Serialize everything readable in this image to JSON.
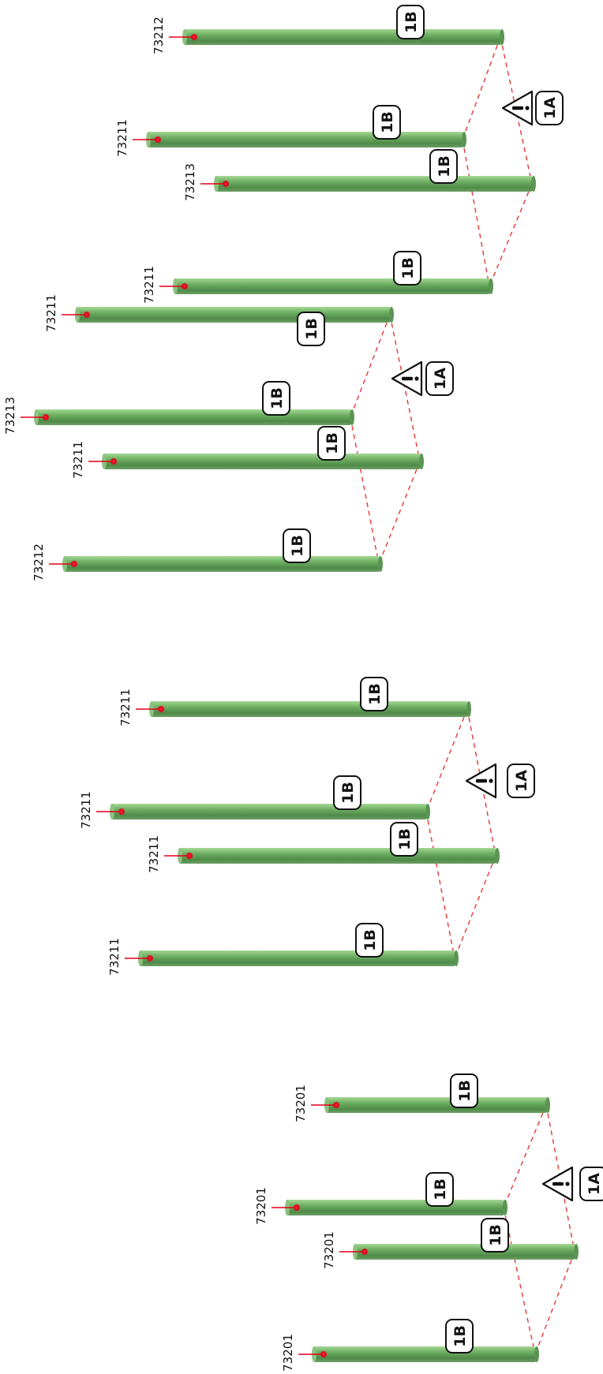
{
  "groups": [
    {
      "warning_label": "1A",
      "rods": [
        {
          "part_number": "73212",
          "tag": "1B"
        },
        {
          "part_number": "73211",
          "tag": "1B"
        },
        {
          "part_number": "73213",
          "tag": "1B"
        },
        {
          "part_number": "73211",
          "tag": "1B"
        }
      ]
    },
    {
      "warning_label": "1A",
      "rods": [
        {
          "part_number": "73211",
          "tag": "1B"
        },
        {
          "part_number": "73213",
          "tag": "1B"
        },
        {
          "part_number": "73211",
          "tag": "1B"
        },
        {
          "part_number": "73212",
          "tag": "1B"
        }
      ]
    },
    {
      "warning_label": "1A",
      "rods": [
        {
          "part_number": "73211",
          "tag": "1B"
        },
        {
          "part_number": "73211",
          "tag": "1B"
        },
        {
          "part_number": "73211",
          "tag": "1B"
        },
        {
          "part_number": "73211",
          "tag": "1B"
        }
      ]
    },
    {
      "warning_label": "1A",
      "rods": [
        {
          "part_number": "73201",
          "tag": "1B"
        },
        {
          "part_number": "73201",
          "tag": "1B"
        },
        {
          "part_number": "73201",
          "tag": "1B"
        },
        {
          "part_number": "73201",
          "tag": "1B"
        }
      ]
    }
  ],
  "colors": {
    "rod": "#6aa760",
    "rod_highlight": "#9dd08f",
    "dashed_line": "#e53935",
    "marker": "#e0001a"
  }
}
